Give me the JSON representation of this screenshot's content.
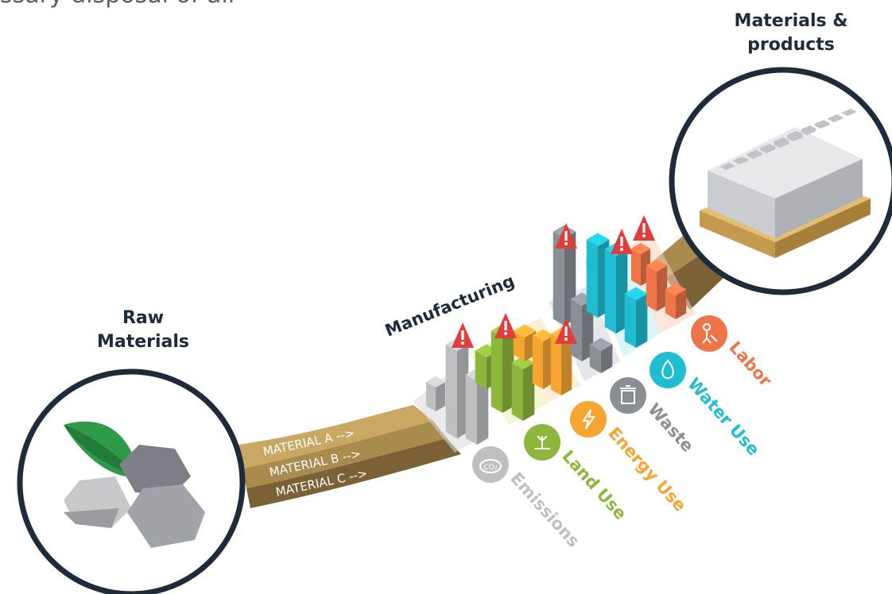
{
  "header": {
    "partial_text": "ssary disposal of all"
  },
  "nodes": {
    "raw_line1": "Raw",
    "raw_line2": "Materials",
    "products_line1": "Materials &",
    "products_line2": "products",
    "manufacturing": "Manufacturing"
  },
  "materials": [
    "MATERIAL A -->",
    "MATERIAL B -->",
    "MATERIAL C -->"
  ],
  "impacts": [
    {
      "label": "Emissions",
      "icon": "co2-cloud-icon",
      "color": "#bdbfc2"
    },
    {
      "label": "Land Use",
      "icon": "land-plant-icon",
      "color": "#8db63c"
    },
    {
      "label": "Energy Use",
      "icon": "lightning-icon",
      "color": "#f6a532"
    },
    {
      "label": "Waste",
      "icon": "trash-can-icon",
      "color": "#8a8f96"
    },
    {
      "label": "Water Use",
      "icon": "water-drop-icon",
      "color": "#1fbcd2"
    },
    {
      "label": "Labor",
      "icon": "worker-icon",
      "color": "#ee7549"
    }
  ],
  "icon_text": {
    "co2": "CO₂"
  },
  "colors": {
    "road_top": "#c9a864",
    "road_mid": "#a98b4e",
    "road_bottom": "#7a6236",
    "outline": "#1d2b3a",
    "warning": "#e23d3d"
  }
}
